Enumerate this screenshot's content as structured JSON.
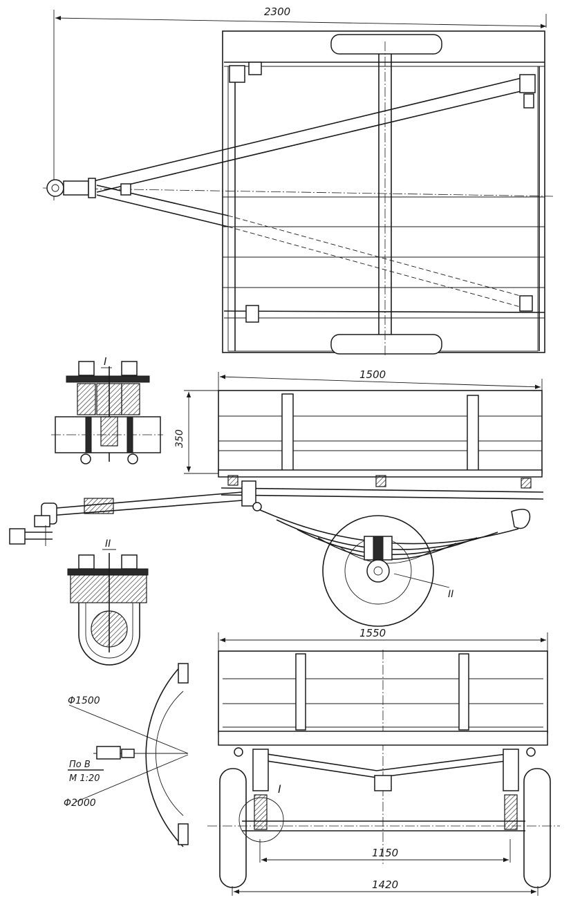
{
  "dimensions": {
    "overall_length": "2300",
    "body_length": "1500",
    "body_height": "350",
    "body_width": "1550",
    "track_inner": "1150",
    "track_outer": "1420",
    "turn_diameter_inner": "Φ1500",
    "turn_diameter_outer": "Φ2000"
  },
  "labels": {
    "detail_1": "I",
    "detail_2": "II",
    "view_b": "По В",
    "scale": "М 1:20"
  }
}
